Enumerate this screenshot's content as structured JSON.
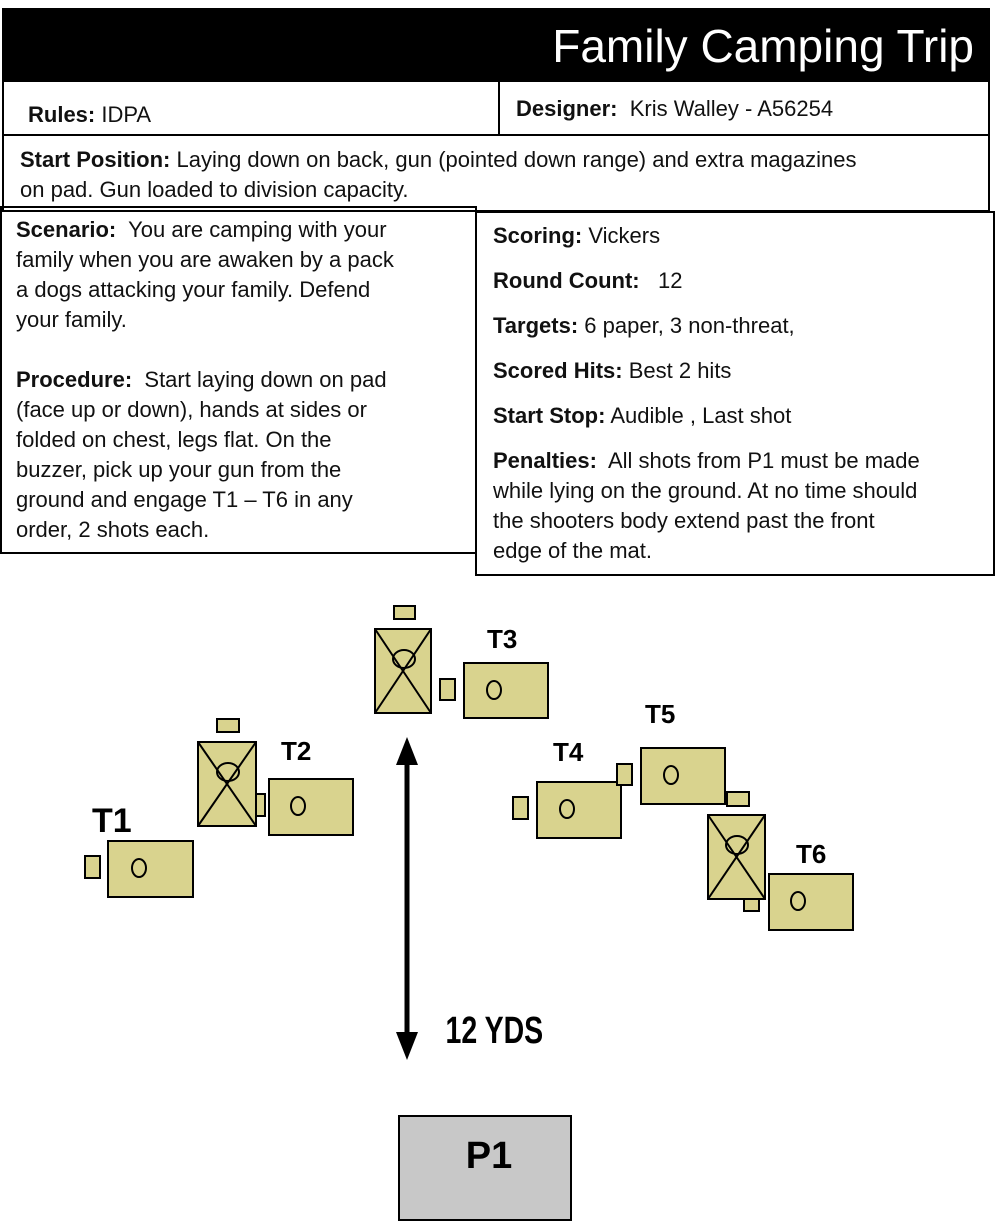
{
  "header": {
    "title": "Family Camping Trip"
  },
  "rules": {
    "label": "Rules:",
    "value": "IDPA"
  },
  "designer": {
    "label": "Designer:",
    "value": "Kris Walley - A56254"
  },
  "start_position": {
    "label": "Start Position:",
    "line1": "Laying down on back, gun (pointed down range) and extra magazines",
    "line2": "on pad.  Gun loaded to division capacity."
  },
  "scenario": {
    "label": "Scenario:",
    "line1": "You are camping with your",
    "line2": "family when you are awaken by a pack",
    "line3": "a dogs attacking your family.  Defend",
    "line4": "your family."
  },
  "procedure": {
    "label": "Procedure:",
    "line1": "Start laying down on pad",
    "line2": "(face up or down), hands at sides or",
    "line3": "folded on chest, legs flat.  On the",
    "line4": "buzzer, pick up your gun from the",
    "line5": "ground and engage T1 – T6 in any",
    "line6": "order, 2 shots each."
  },
  "scoring": {
    "label": "Scoring:",
    "value": "Vickers"
  },
  "round_count": {
    "label": "Round Count:",
    "value": "12"
  },
  "targets": {
    "label": "Targets:",
    "value": "6 paper,  3 non-threat,"
  },
  "scored_hits": {
    "label": "Scored Hits:",
    "value": "Best 2 hits"
  },
  "start_stop": {
    "label": "Start Stop:",
    "value": "Audible , Last shot"
  },
  "penalties": {
    "label": "Penalties:",
    "line1": "All shots from P1 must be made",
    "line2": "while lying on the ground.  At no time should",
    "line3": "the shooters body extend past the front",
    "line4": "edge of the mat."
  },
  "diagram": {
    "target_fill": "#d9d38e",
    "position_fill": "#c8c8c8",
    "labels": {
      "t1": "T1",
      "t2": "T2",
      "t3": "T3",
      "t4": "T4",
      "t5": "T5",
      "t6": "T6"
    },
    "distance": "12 YDS",
    "position": "P1"
  }
}
